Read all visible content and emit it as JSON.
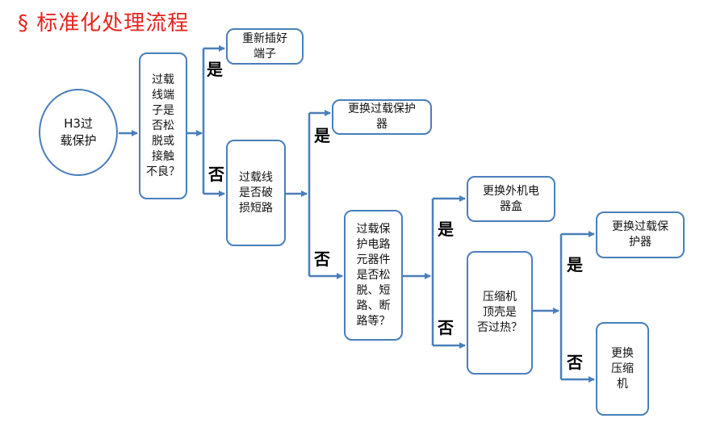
{
  "title": "§ 标准化处理流程",
  "nodes": {
    "start": "H3过\n载保护",
    "q1": "过载\n线端\n子是\n否松\n脱或\n接触\n不良？",
    "a1": "重新插好\n端子",
    "q2": "过载线\n是否破\n损短路",
    "a2": "更换过载保护\n器",
    "q3": "过载保\n护电路\n元器件\n是否松\n脱、短\n路、断\n路等？",
    "a3": "更换外机电\n器盒",
    "q4": "压缩机\n顶壳是\n否过热？",
    "a4": "更换过载保\n护器",
    "a5": "更换\n压缩\n机"
  },
  "branch_labels": {
    "yes": "是",
    "no": "否"
  },
  "colors": {
    "title": "#e8231d",
    "stroke": "#4a7ebb"
  }
}
